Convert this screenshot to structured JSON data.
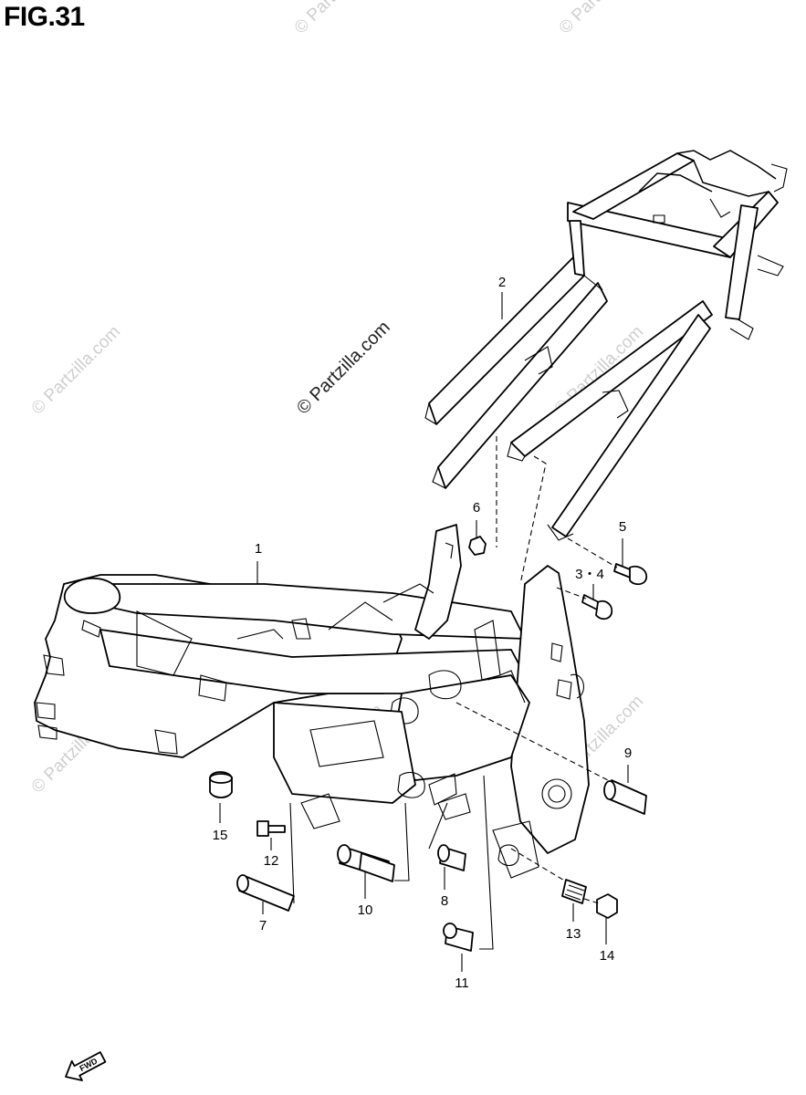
{
  "figure": {
    "title": "FIG.31"
  },
  "watermarks": {
    "main": "© Partzilla.com",
    "faint": "© Partzilla.com"
  },
  "fwd_arrow": {
    "text": "FWD"
  },
  "callouts": [
    {
      "id": "1",
      "label": "1"
    },
    {
      "id": "2",
      "label": "2"
    },
    {
      "id": "3-4",
      "label": "3・4"
    },
    {
      "id": "5",
      "label": "5"
    },
    {
      "id": "6",
      "label": "6"
    },
    {
      "id": "7",
      "label": "7"
    },
    {
      "id": "8",
      "label": "8"
    },
    {
      "id": "9",
      "label": "9"
    },
    {
      "id": "10",
      "label": "10"
    },
    {
      "id": "11",
      "label": "11"
    },
    {
      "id": "12",
      "label": "12"
    },
    {
      "id": "13",
      "label": "13"
    },
    {
      "id": "14",
      "label": "14"
    },
    {
      "id": "15",
      "label": "15"
    }
  ]
}
